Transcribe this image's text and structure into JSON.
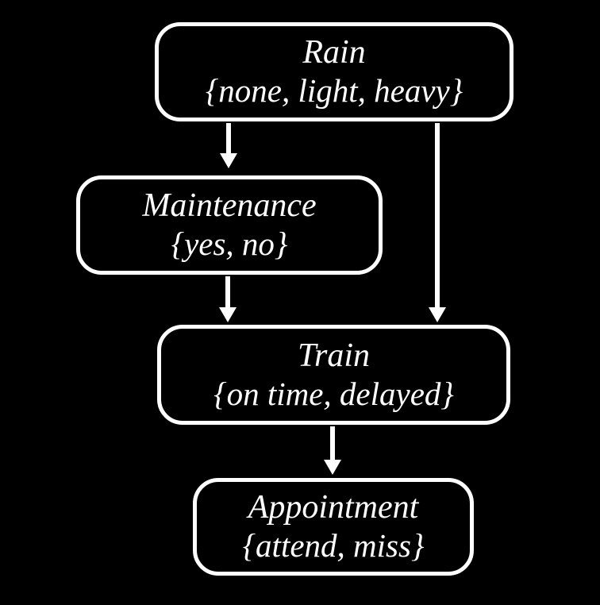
{
  "diagram": {
    "kind": "bayesian-network",
    "background_color": "#000000",
    "node_border_color": "#ffffff",
    "text_color": "#ffffff",
    "arrow_color": "#ffffff"
  },
  "nodes": [
    {
      "id": "rain",
      "label": "Rain",
      "domain": "{none, light, heavy}"
    },
    {
      "id": "maintenance",
      "label": "Maintenance",
      "domain": "{yes, no}"
    },
    {
      "id": "train",
      "label": "Train",
      "domain": "{on time, delayed}"
    },
    {
      "id": "appointment",
      "label": "Appointment",
      "domain": "{attend, miss}"
    }
  ],
  "edges": [
    {
      "from": "rain",
      "to": "maintenance"
    },
    {
      "from": "rain",
      "to": "train"
    },
    {
      "from": "maintenance",
      "to": "train"
    },
    {
      "from": "train",
      "to": "appointment"
    }
  ]
}
